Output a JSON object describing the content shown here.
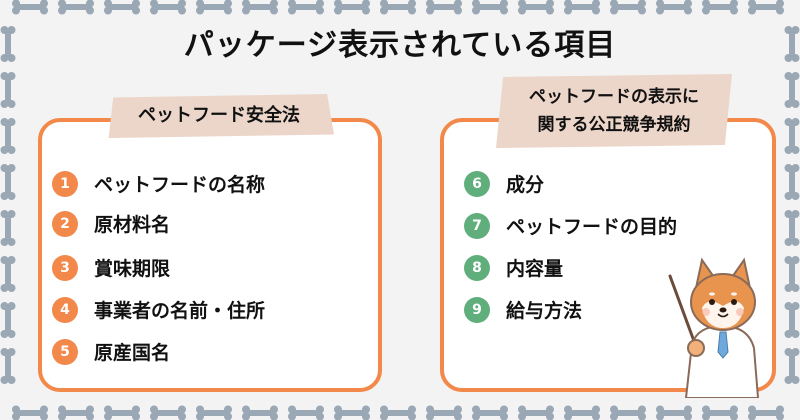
{
  "title": "パッケージ表示されている項目",
  "left_panel": {
    "heading": "ペットフード安全法",
    "items": [
      {
        "number": "1",
        "label": "ペットフードの名称"
      },
      {
        "number": "2",
        "label": "原材料名"
      },
      {
        "number": "3",
        "label": "賞味期限"
      },
      {
        "number": "4",
        "label": "事業者の名前・住所"
      },
      {
        "number": "5",
        "label": "原産国名"
      }
    ]
  },
  "right_panel": {
    "heading_line1": "ペットフードの表示に",
    "heading_line2": "関する公正競争規約",
    "items": [
      {
        "number": "6",
        "label": "成分"
      },
      {
        "number": "7",
        "label": "ペットフードの目的"
      },
      {
        "number": "8",
        "label": "内容量"
      },
      {
        "number": "9",
        "label": "給与方法"
      }
    ]
  },
  "colors": {
    "accent_orange": "#f2894a",
    "accent_green": "#5fae7c",
    "tag_background": "#ecd6ca",
    "frame_bone": "#9aa7b4"
  },
  "icons": [
    "bone-icon",
    "shiba-dog-teacher-illustration"
  ]
}
